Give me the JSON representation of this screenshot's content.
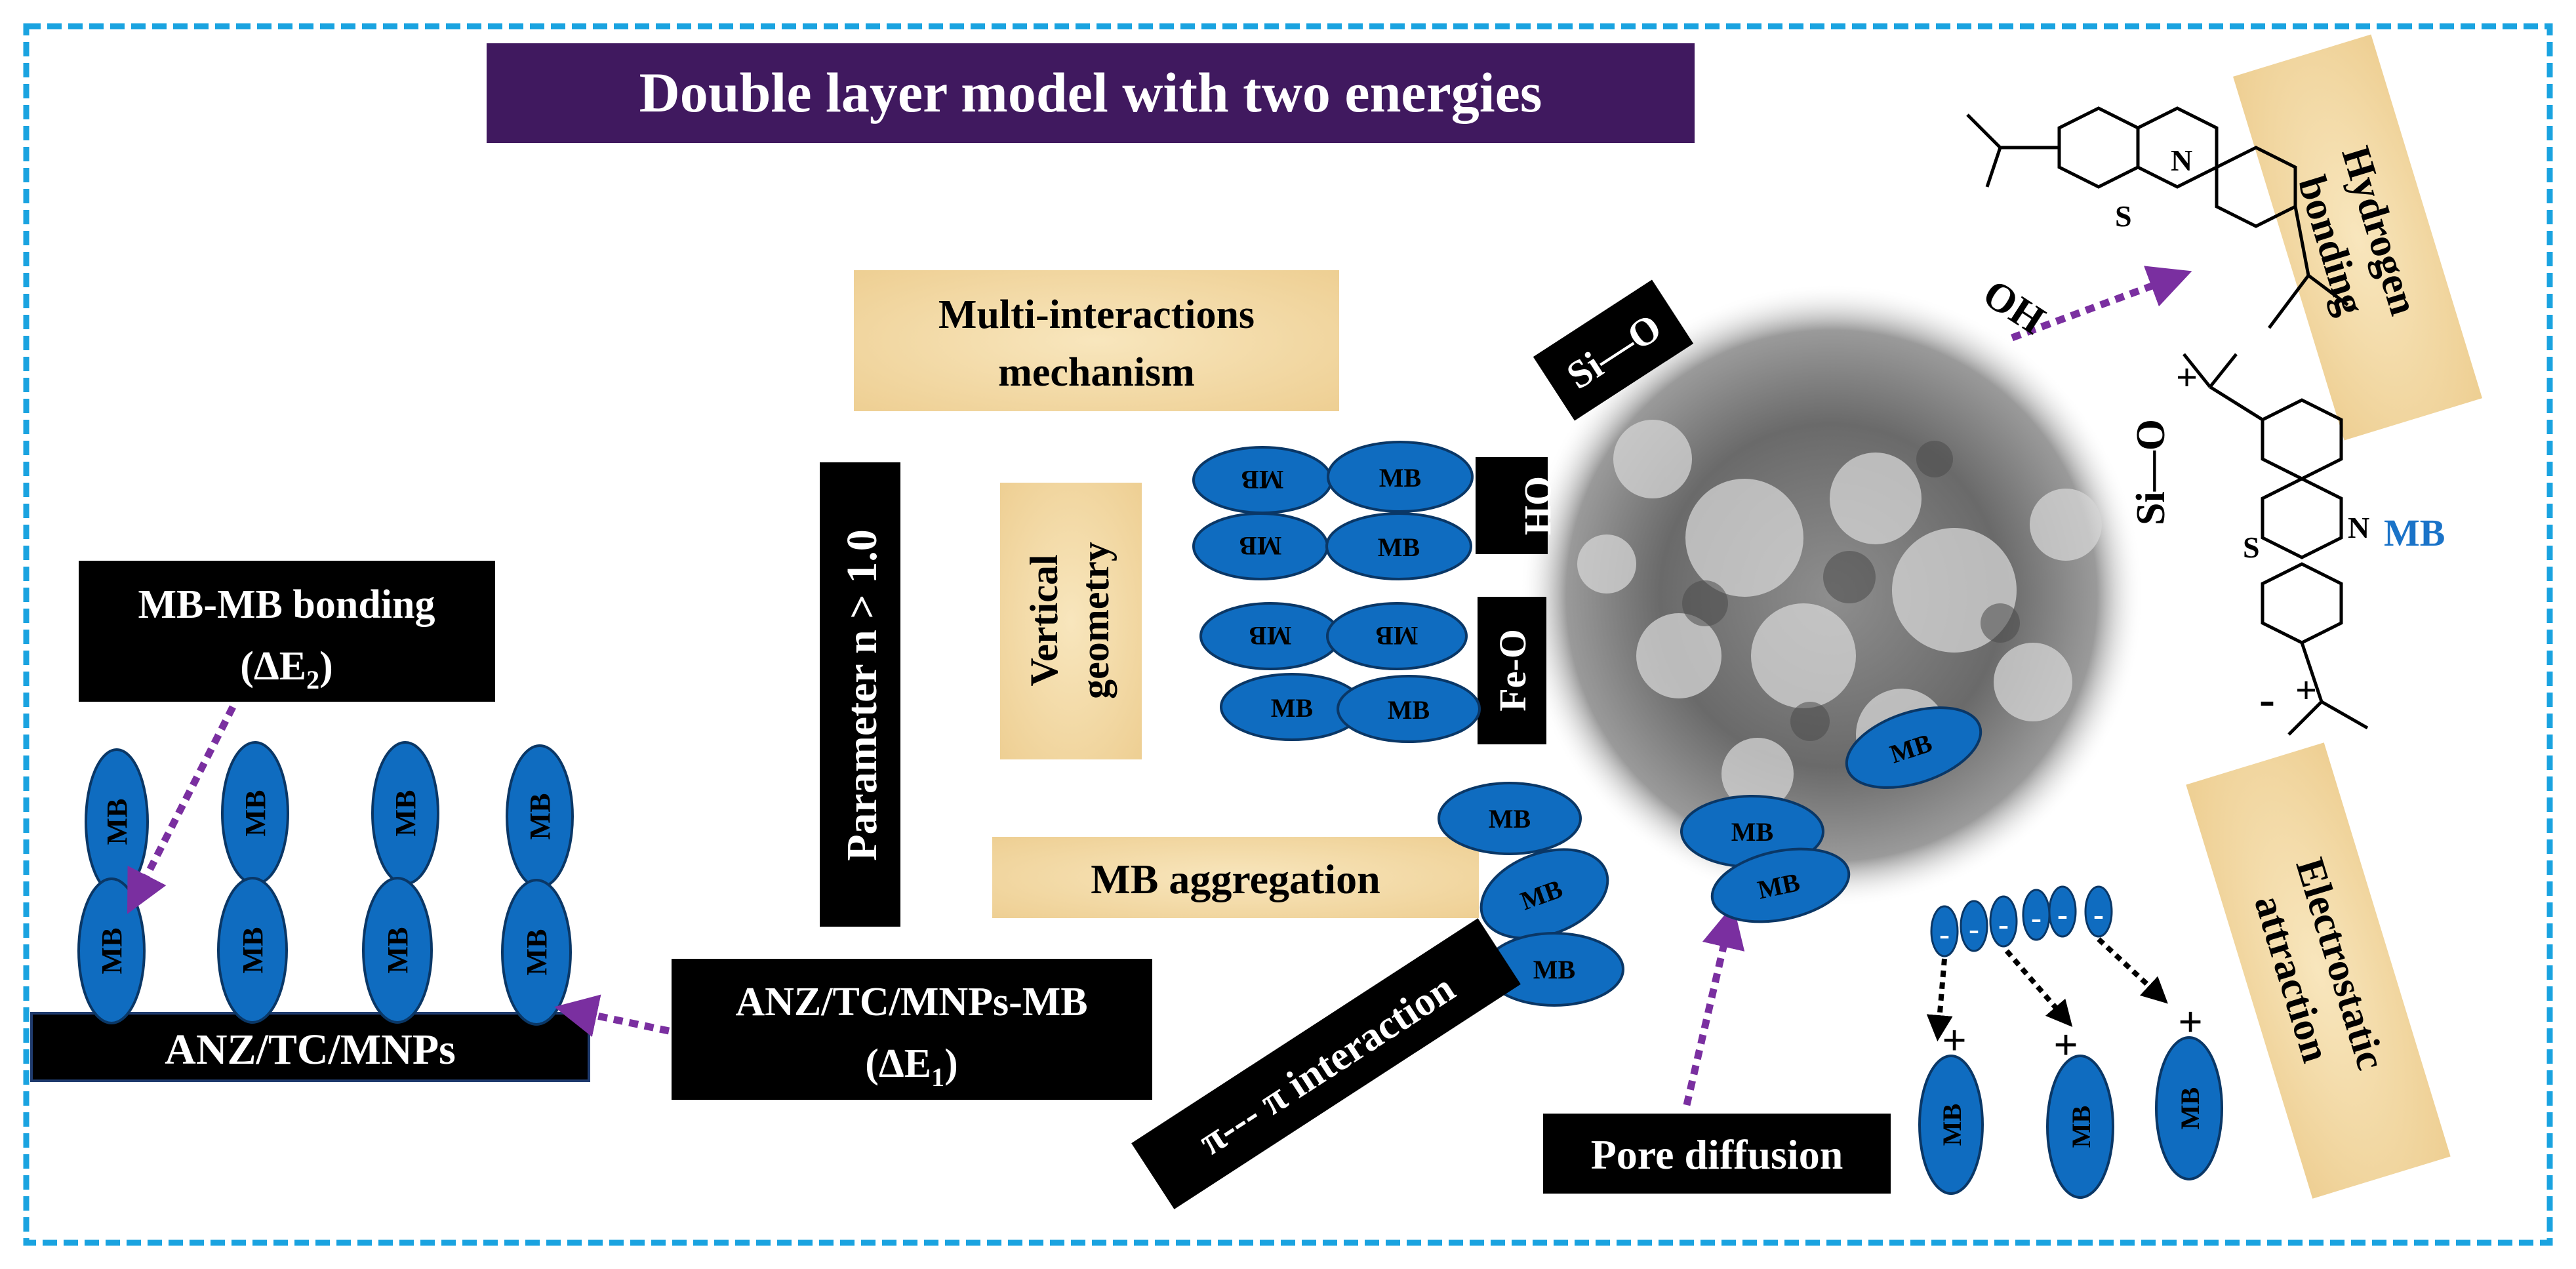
{
  "title": "Double layer model with two energies",
  "labels": {
    "multi_interactions_line1": "Multi-interactions",
    "multi_interactions_line2": "mechanism",
    "parameter_n": "Parameter  n > 1.0",
    "vertical_geometry_line1": "Vertical",
    "vertical_geometry_line2": "geometry",
    "mb_aggregation": "MB aggregation",
    "mb_mb_bonding_line1": "MB-MB bonding",
    "mb_mb_bonding_line2": "(ΔE",
    "mb_mb_bonding_sub": "2",
    "anz_substrate": "ANZ/TC/MNPs",
    "anz_mb_line1": "ANZ/TC/MNPs-MB",
    "anz_mb_line2": "(ΔE",
    "anz_mb_sub": "1",
    "pi_interaction": "π--- π interaction",
    "pore_diffusion": "Pore diffusion",
    "si_o": "Si—O",
    "oh_box": "OH",
    "fe_o": "Fe-O",
    "hydrogen_line1": "Hydrogen",
    "hydrogen_line2": "bonding",
    "electrostatic_line1": "Electrostatic",
    "electrostatic_line2": "attraction",
    "oh_free": "OH",
    "si_o_minus": "Si—O",
    "mb_blue": "MB",
    "minus": "-",
    "plus": "+",
    "mb": "MB",
    "n_atom": "N",
    "s_atom": "S"
  },
  "colors": {
    "title_bg": "#4b1f6e",
    "mb_fill": "#0f6cc0",
    "mb_stroke": "#0a3766",
    "parchment": "#f3d9a4",
    "black_box": "#000000",
    "arrow_purple": "#7a2fa0",
    "border_blue": "#1aa3e0",
    "mb_label_blue": "#1a73c8"
  }
}
